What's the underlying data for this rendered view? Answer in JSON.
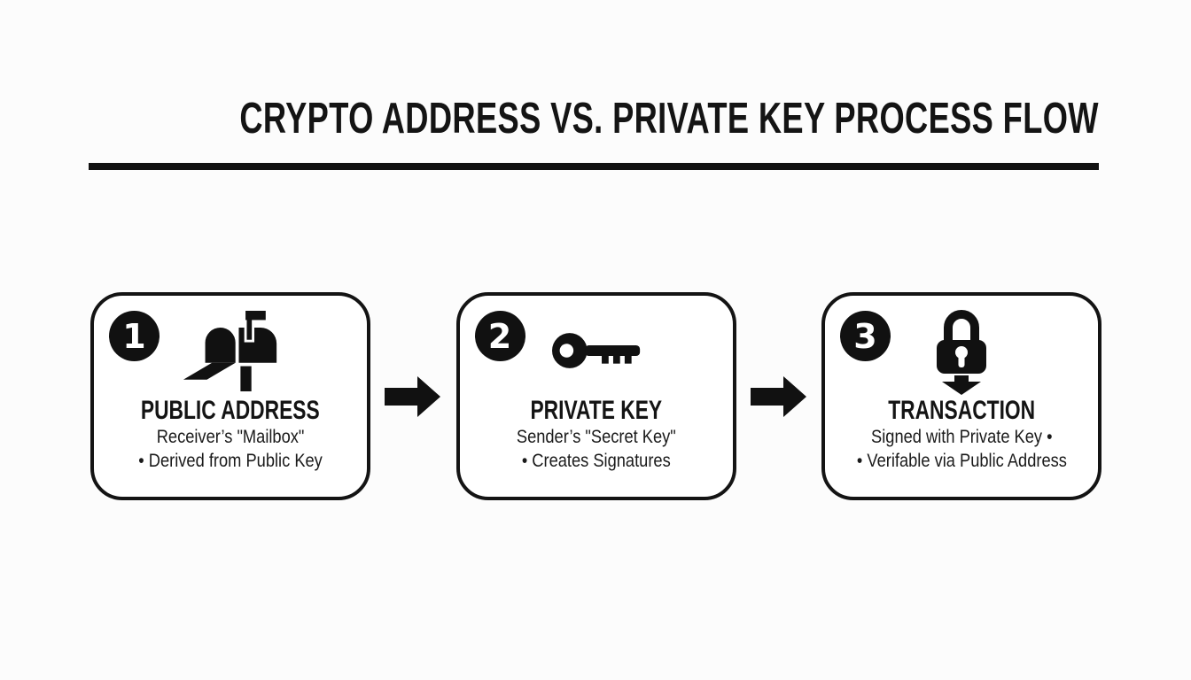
{
  "title": "CRYPTO ADDRESS VS. PRIVATE KEY PROCESS FLOW",
  "colors": {
    "background": "#fcfcfc",
    "ink": "#111111",
    "card_background": "#ffffff"
  },
  "steps": [
    {
      "number": "1",
      "icon": "mailbox-icon",
      "title": "PUBLIC ADDRESS",
      "line1": "Receiver’s \"Mailbox\"",
      "line2": "• Derived from Public Key"
    },
    {
      "number": "2",
      "icon": "key-icon",
      "title": "PRIVATE KEY",
      "line1": "Sender’s \"Secret Key\"",
      "line2": "• Creates Signatures"
    },
    {
      "number": "3",
      "icon": "lock-arrow-icon",
      "title": "TRANSACTION",
      "line1": "Signed with Private Key •",
      "line2": "• Verifable via Public Address"
    }
  ],
  "connectors": [
    {
      "icon": "arrow-right-icon"
    },
    {
      "icon": "arrow-right-icon"
    }
  ]
}
